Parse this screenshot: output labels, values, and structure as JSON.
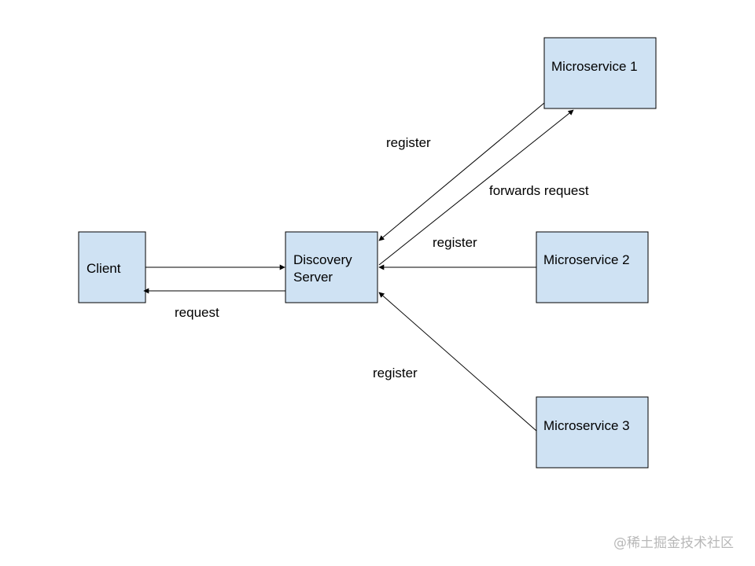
{
  "nodes": {
    "client": "Client",
    "discovery_line1": "Discovery",
    "discovery_line2": "Server",
    "ms1": "Microservice 1",
    "ms2": "Microservice 2",
    "ms3": "Microservice 3"
  },
  "edges": {
    "client_request": "request",
    "ms1_register": "register",
    "forwards_request": "forwards request",
    "ms2_register": "register",
    "ms3_register": "register"
  },
  "colors": {
    "node_fill": "#cfe2f3",
    "stroke": "#000000"
  },
  "watermark": "@稀土掘金技术社区"
}
